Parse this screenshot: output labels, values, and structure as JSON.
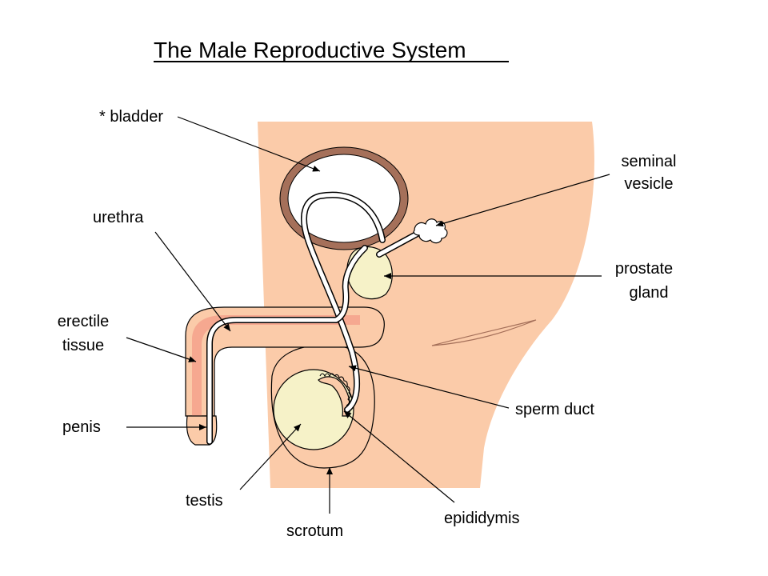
{
  "title": "The Male Reproductive System",
  "labels": {
    "bladder": "* bladder",
    "seminal_vesicle_1": "seminal",
    "seminal_vesicle_2": "vesicle",
    "urethra": "urethra",
    "prostate_1": "prostate",
    "prostate_2": "gland",
    "erectile_1": "erectile",
    "erectile_2": "tissue",
    "sperm_duct": "sperm duct",
    "penis": "penis",
    "testis": "testis",
    "epididymis": "epididymis",
    "scrotum": "scrotum"
  },
  "colors": {
    "skin": "#FBCBA9",
    "bladder_wall": "#A5705A",
    "gland": "#F6F2C8",
    "erectile": "#F6A890",
    "outline": "#000000"
  }
}
